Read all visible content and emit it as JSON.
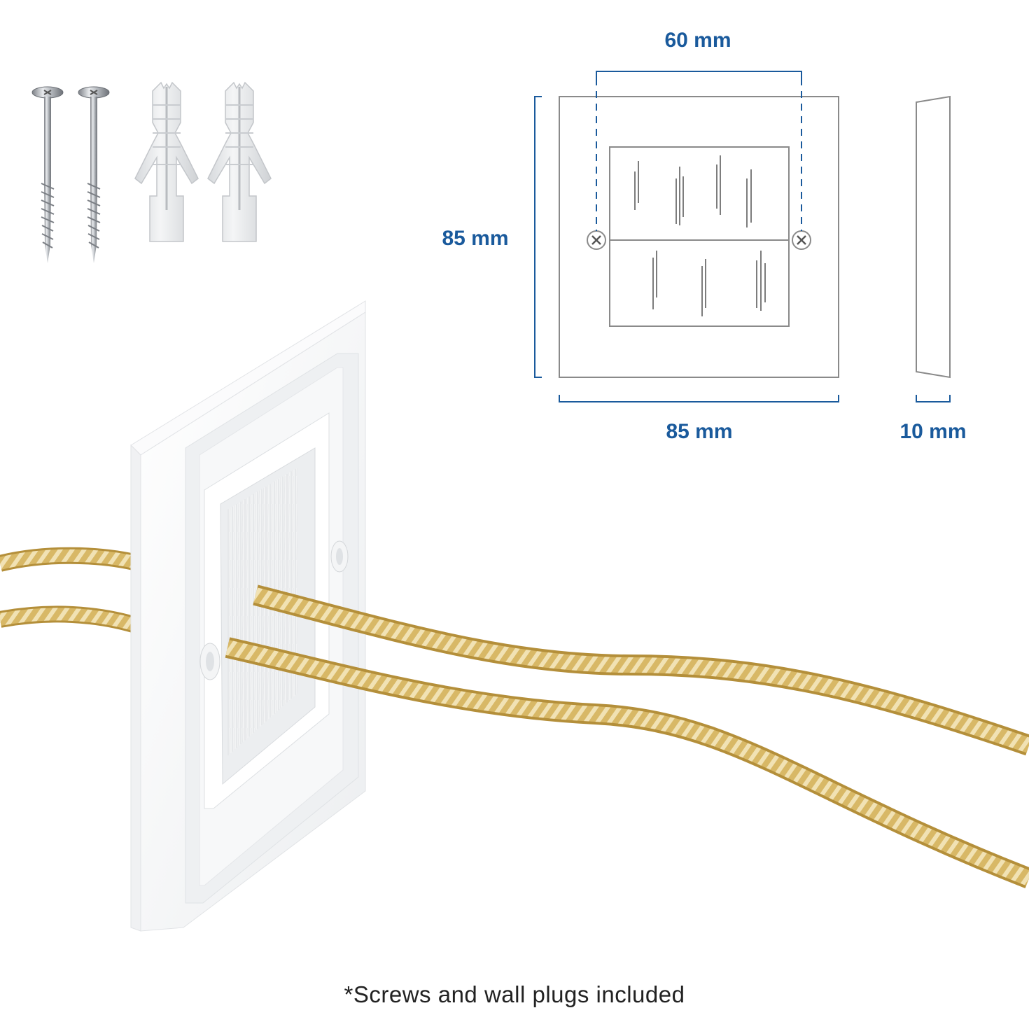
{
  "dimensions": {
    "inner_width": "60 mm",
    "height": "85 mm",
    "width": "85 mm",
    "depth": "10 mm"
  },
  "caption": "*Screws and wall plugs included",
  "colors": {
    "accent": "#1a5a9c",
    "outline": "#8a8a8a",
    "cable_gold": "#c9a24e",
    "cable_light": "#f3e6c2",
    "plate_white": "#f6f7f8"
  },
  "icons": [
    "screw-icon",
    "wall-plug-icon",
    "cross-screw-icon"
  ]
}
